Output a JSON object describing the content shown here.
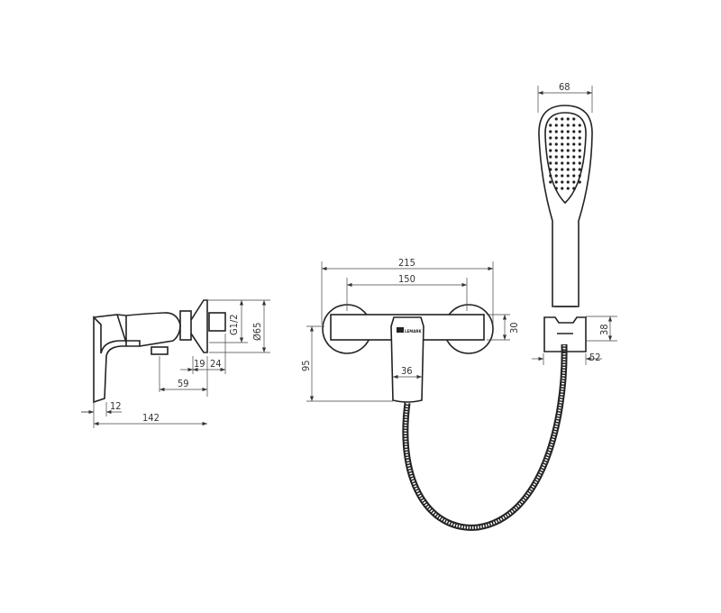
{
  "drawing": {
    "brand_logo": "LEMARK",
    "side_view": {
      "g_thread": "G1/2",
      "diameter": "Ø65",
      "d19": "19",
      "d24": "24",
      "d59": "59",
      "d12": "12",
      "d142": "142"
    },
    "front_view": {
      "d215": "215",
      "d150": "150",
      "d30": "30",
      "d95": "95",
      "d36": "36"
    },
    "hand_shower": {
      "d68": "68",
      "d38": "38",
      "d52": "52"
    }
  }
}
